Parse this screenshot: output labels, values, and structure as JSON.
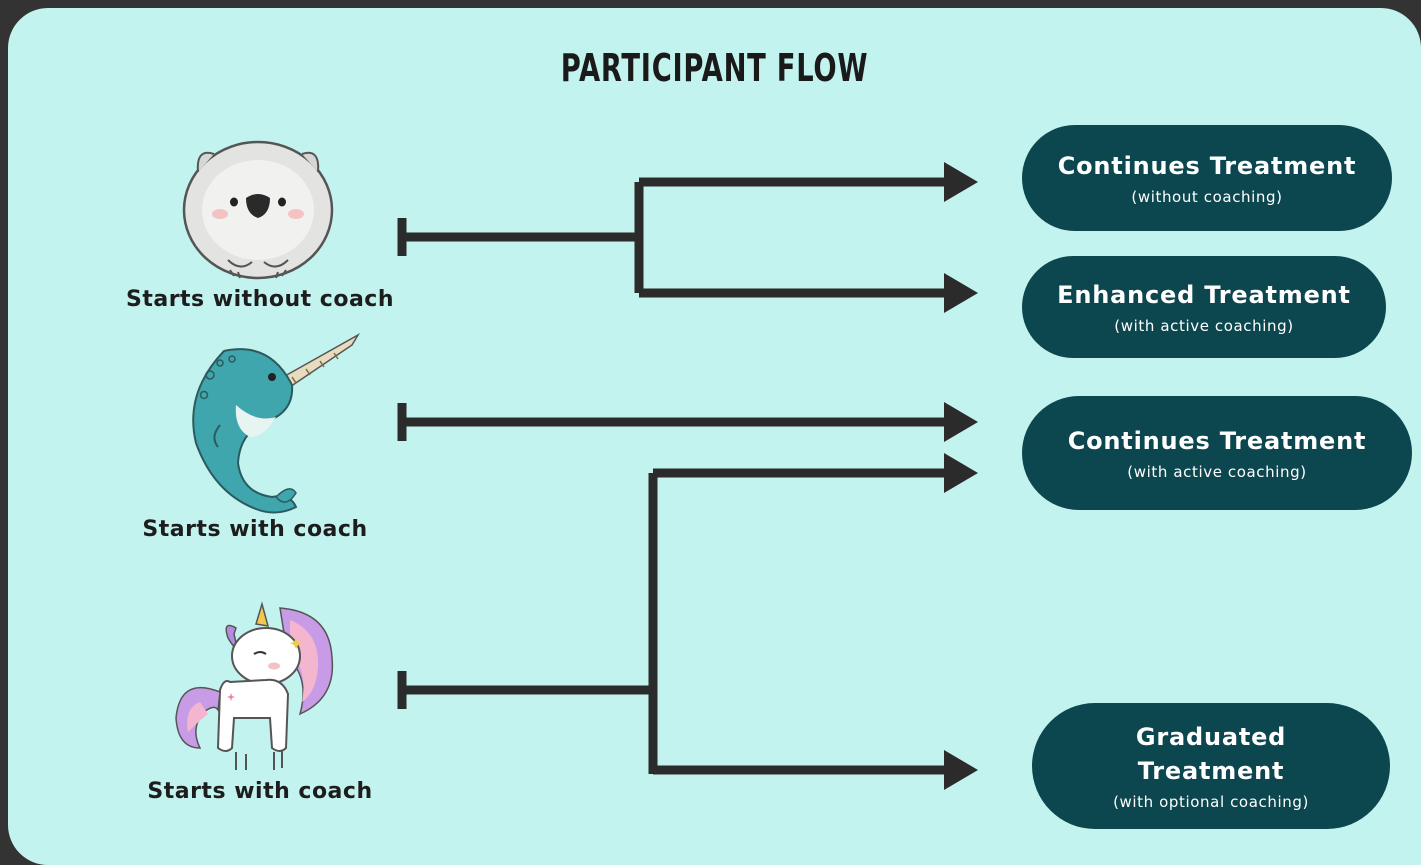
{
  "title": "PARTICIPANT FLOW",
  "starts": [
    {
      "label": "Starts without coach",
      "icon": "wombat-icon"
    },
    {
      "label": "Starts with coach",
      "icon": "narwhal-icon"
    },
    {
      "label": "Starts with coach",
      "icon": "unicorn-icon"
    }
  ],
  "outcomes": [
    {
      "title": "Continues Treatment",
      "subtitle": "(without coaching)"
    },
    {
      "title": "Enhanced Treatment",
      "subtitle": "(with active coaching)"
    },
    {
      "title": "Continues Treatment",
      "subtitle": "(with active coaching)"
    },
    {
      "title": "Graduated Treatment",
      "subtitle": "(with optional coaching)"
    }
  ],
  "colors": {
    "background": "#c2f3ef",
    "frame": "#333333",
    "pill": "#0c474f",
    "connector": "#2b2b2b"
  }
}
